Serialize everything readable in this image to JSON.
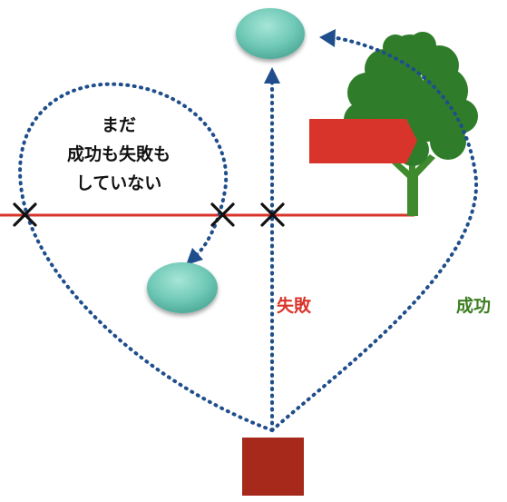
{
  "note": {
    "lines": [
      "まだ",
      "成功も失敗も",
      "していない"
    ],
    "color": "#111111"
  },
  "labels": {
    "failure": "失敗",
    "success": "成功"
  },
  "colors": {
    "failure_text": "#d9342b",
    "success_text": "#3d7f22",
    "baseline": "#d9342b",
    "path": "#1f4e8c",
    "cross": "#111111",
    "ellipse": "#6ec7b5",
    "start_block": "#a6291c",
    "signboard": "#d9342b",
    "tree_canopy": "#2f7d2a",
    "tree_trunk": "#3e8a2d"
  },
  "icons": {
    "tree": "tree-icon",
    "crossing": "cross-mark-icon",
    "arrow": "arrowhead-icon"
  }
}
